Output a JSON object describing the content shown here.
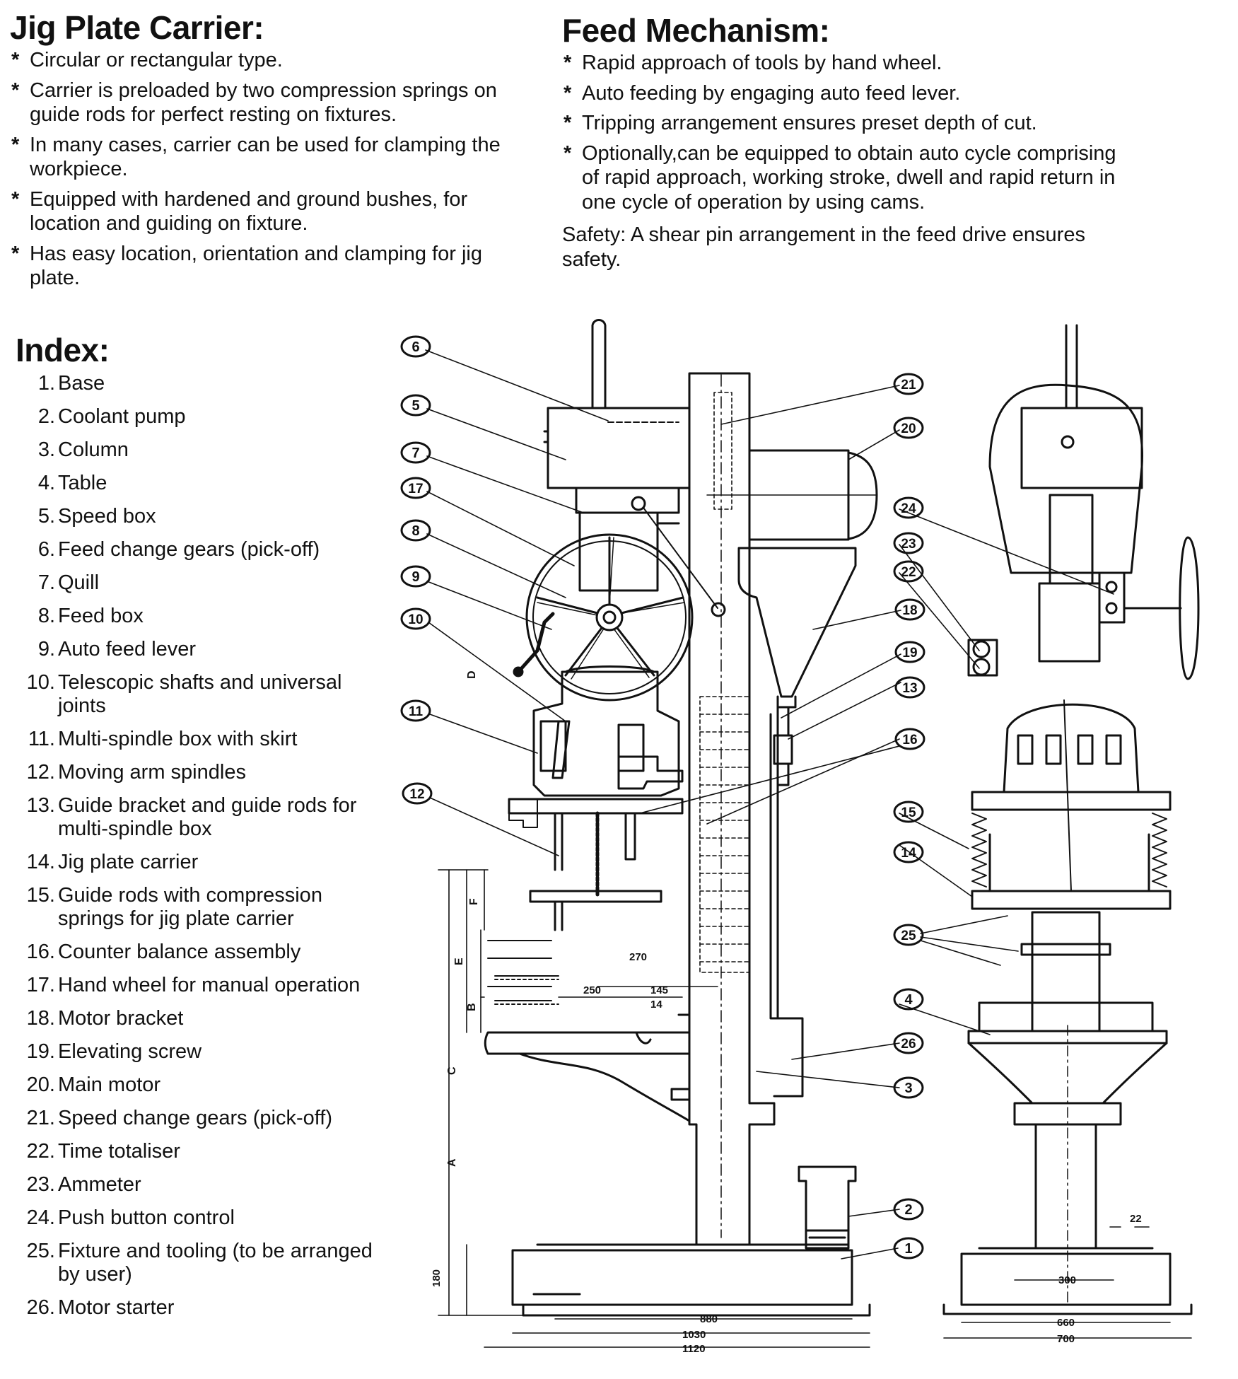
{
  "jig_plate_carrier": {
    "title": "Jig Plate Carrier:",
    "items": [
      "Circular or rectangular type.",
      "Carrier is preloaded by two compression springs on guide rods for perfect resting on fixtures.",
      "In many cases, carrier can be used for clamping the workpiece.",
      "Equipped with hardened and ground bushes, for location and guiding on fixture.",
      "Has easy location, orientation and clamping for jig plate."
    ]
  },
  "feed_mechanism": {
    "title": "Feed Mechanism:",
    "items": [
      "Rapid approach of tools by hand wheel.",
      "Auto feeding by engaging auto feed lever.",
      "Tripping arrangement ensures preset depth of cut.",
      "Optionally,can be equipped to obtain auto cycle comprising of rapid approach, working stroke, dwell and rapid return in one cycle of operation by using cams."
    ],
    "safety": "Safety: A shear pin arrangement in the feed drive ensures safety."
  },
  "index": {
    "title": "Index:",
    "items": [
      {
        "num": "1.",
        "label": "Base"
      },
      {
        "num": "2.",
        "label": "Coolant pump"
      },
      {
        "num": "3.",
        "label": "Column"
      },
      {
        "num": "4.",
        "label": "Table"
      },
      {
        "num": "5.",
        "label": "Speed box"
      },
      {
        "num": "6.",
        "label": "Feed change gears (pick-off)"
      },
      {
        "num": "7.",
        "label": "Quill"
      },
      {
        "num": "8.",
        "label": "Feed box"
      },
      {
        "num": "9.",
        "label": "Auto feed lever"
      },
      {
        "num": "10.",
        "label": "Telescopic shafts and universal joints"
      },
      {
        "num": "11.",
        "label": "Multi-spindle box with skirt"
      },
      {
        "num": "12.",
        "label": "Moving arm spindles"
      },
      {
        "num": "13.",
        "label": "Guide bracket and guide rods for multi-spindle box"
      },
      {
        "num": "14.",
        "label": "Jig plate carrier"
      },
      {
        "num": "15.",
        "label": "Guide rods with compression springs for jig plate carrier"
      },
      {
        "num": "16.",
        "label": "Counter balance assembly"
      },
      {
        "num": "17.",
        "label": "Hand wheel for manual operation"
      },
      {
        "num": "18.",
        "label": "Motor bracket"
      },
      {
        "num": "19.",
        "label": "Elevating screw"
      },
      {
        "num": "20.",
        "label": "Main motor"
      },
      {
        "num": "21.",
        "label": "Speed change gears (pick-off)"
      },
      {
        "num": "22.",
        "label": "Time totaliser"
      },
      {
        "num": "23.",
        "label": "Ammeter"
      },
      {
        "num": "24.",
        "label": "Push button control"
      },
      {
        "num": "25.",
        "label": "Fixture and tooling (to be arranged by user)"
      },
      {
        "num": "26.",
        "label": "Motor starter"
      }
    ]
  },
  "callouts": [
    "1",
    "2",
    "3",
    "4",
    "5",
    "6",
    "7",
    "8",
    "9",
    "10",
    "11",
    "12",
    "13",
    "14",
    "15",
    "16",
    "17",
    "18",
    "19",
    "20",
    "21",
    "22",
    "23",
    "24",
    "25",
    "26"
  ],
  "dimensions": {
    "base_880": "880",
    "base_1030": "1030",
    "base_1120": "1120",
    "dim_270": "270",
    "dim_250": "250",
    "dim_145": "145",
    "dim_14": "14",
    "dim_180": "180",
    "dim_A": "A",
    "dim_B": "B",
    "dim_C": "C",
    "dim_D": "D",
    "dim_E": "E",
    "dim_F": "F",
    "front_660": "660",
    "front_700": "700",
    "front_300": "300",
    "front_22": "22"
  }
}
